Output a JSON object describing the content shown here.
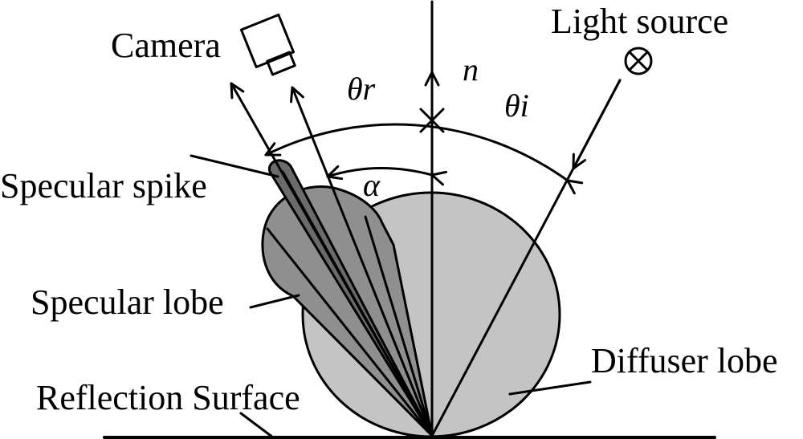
{
  "labels": {
    "camera": "Camera",
    "light_source": "Light source",
    "normal": "n",
    "theta_r": "θr",
    "theta_i": "θi",
    "alpha": "α",
    "specular_spike": "Specular spike",
    "specular_lobe": "Specular lobe",
    "diffuser_lobe": "Diffuser lobe",
    "reflection_surface": "Reflection Surface"
  },
  "icons": {
    "camera": "camera-icon",
    "light_source": "light-source-cross-circle-icon"
  },
  "colors": {
    "diffuse_fill": "#c4c4c4",
    "specular_lobe_fill": "#8f8f8f",
    "specular_spike_fill": "#6b6b6b",
    "line": "#000000",
    "background": "#ffffff"
  }
}
